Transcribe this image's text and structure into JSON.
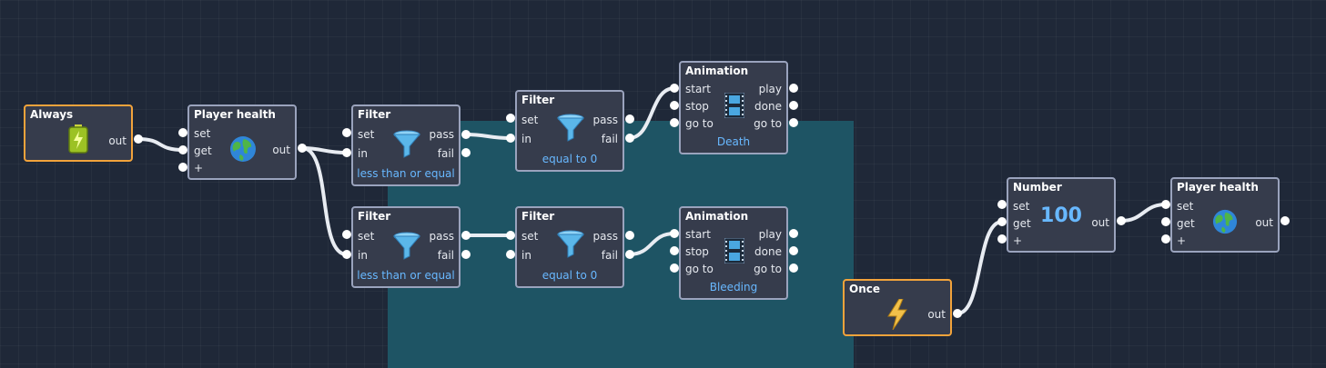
{
  "nodes": {
    "always": {
      "title": "Always",
      "out": "out"
    },
    "player_health_1": {
      "title": "Player health",
      "set": "set",
      "get": "get",
      "plus": "+",
      "out": "out"
    },
    "filter_1": {
      "title": "Filter",
      "set": "set",
      "in": "in",
      "pass": "pass",
      "fail": "fail",
      "condition": "less than or equal"
    },
    "filter_2": {
      "title": "Filter",
      "set": "set",
      "in": "in",
      "pass": "pass",
      "fail": "fail",
      "condition": "less than or equal"
    },
    "filter_3": {
      "title": "Filter",
      "set": "set",
      "in": "in",
      "pass": "pass",
      "fail": "fail",
      "condition": "equal to 0"
    },
    "filter_4": {
      "title": "Filter",
      "set": "set",
      "in": "in",
      "pass": "pass",
      "fail": "fail",
      "condition": "equal to 0"
    },
    "animation_1": {
      "title": "Animation",
      "start": "start",
      "stop": "stop",
      "goto": "go to",
      "play": "play",
      "done": "done",
      "goto_out": "go to",
      "clip": "Death"
    },
    "animation_2": {
      "title": "Animation",
      "start": "start",
      "stop": "stop",
      "goto": "go to",
      "play": "play",
      "done": "done",
      "goto_out": "go to",
      "clip": "Bleeding"
    },
    "once": {
      "title": "Once",
      "out": "out"
    },
    "number": {
      "title": "Number",
      "set": "set",
      "get": "get",
      "plus": "+",
      "out": "out",
      "value": "100"
    },
    "player_health_2": {
      "title": "Player health",
      "set": "set",
      "get": "get",
      "plus": "+",
      "out": "out"
    }
  },
  "icons": {
    "always": "battery-icon",
    "player_health": "globe-icon",
    "filter": "funnel-icon",
    "animation": "film-strip-icon",
    "once": "lightning-bolt-icon"
  },
  "colors": {
    "background": "#1f2838",
    "selection": "#1e5464",
    "node_fill": "#363c4c",
    "node_border": "#9aa3bd",
    "event_border": "#f2a33b",
    "subtitle": "#68b8ff",
    "wire": "#e8ecf2"
  }
}
